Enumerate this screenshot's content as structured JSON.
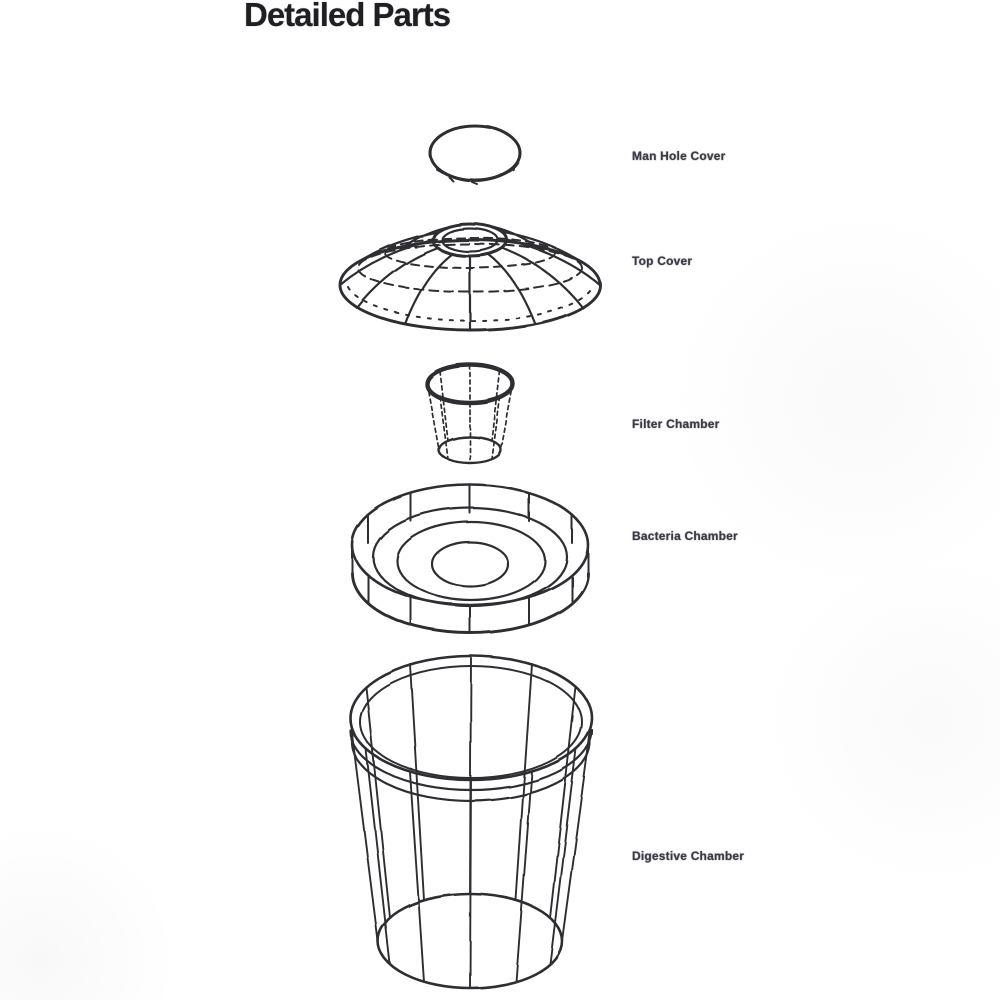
{
  "title": "Detailed Parts",
  "parts": [
    {
      "name": "man-hole-cover",
      "label": "Man Hole Cover"
    },
    {
      "name": "top-cover",
      "label": "Top Cover"
    },
    {
      "name": "filter-chamber",
      "label": "Filter Chamber"
    },
    {
      "name": "bacteria-chamber",
      "label": "Bacteria Chamber"
    },
    {
      "name": "digestive-chamber",
      "label": "Digestive Chamber"
    }
  ],
  "colors": {
    "line": "#2e2e33",
    "label_text": "#3b3b45",
    "title_text": "#1f1f23",
    "background": "#ffffff"
  }
}
